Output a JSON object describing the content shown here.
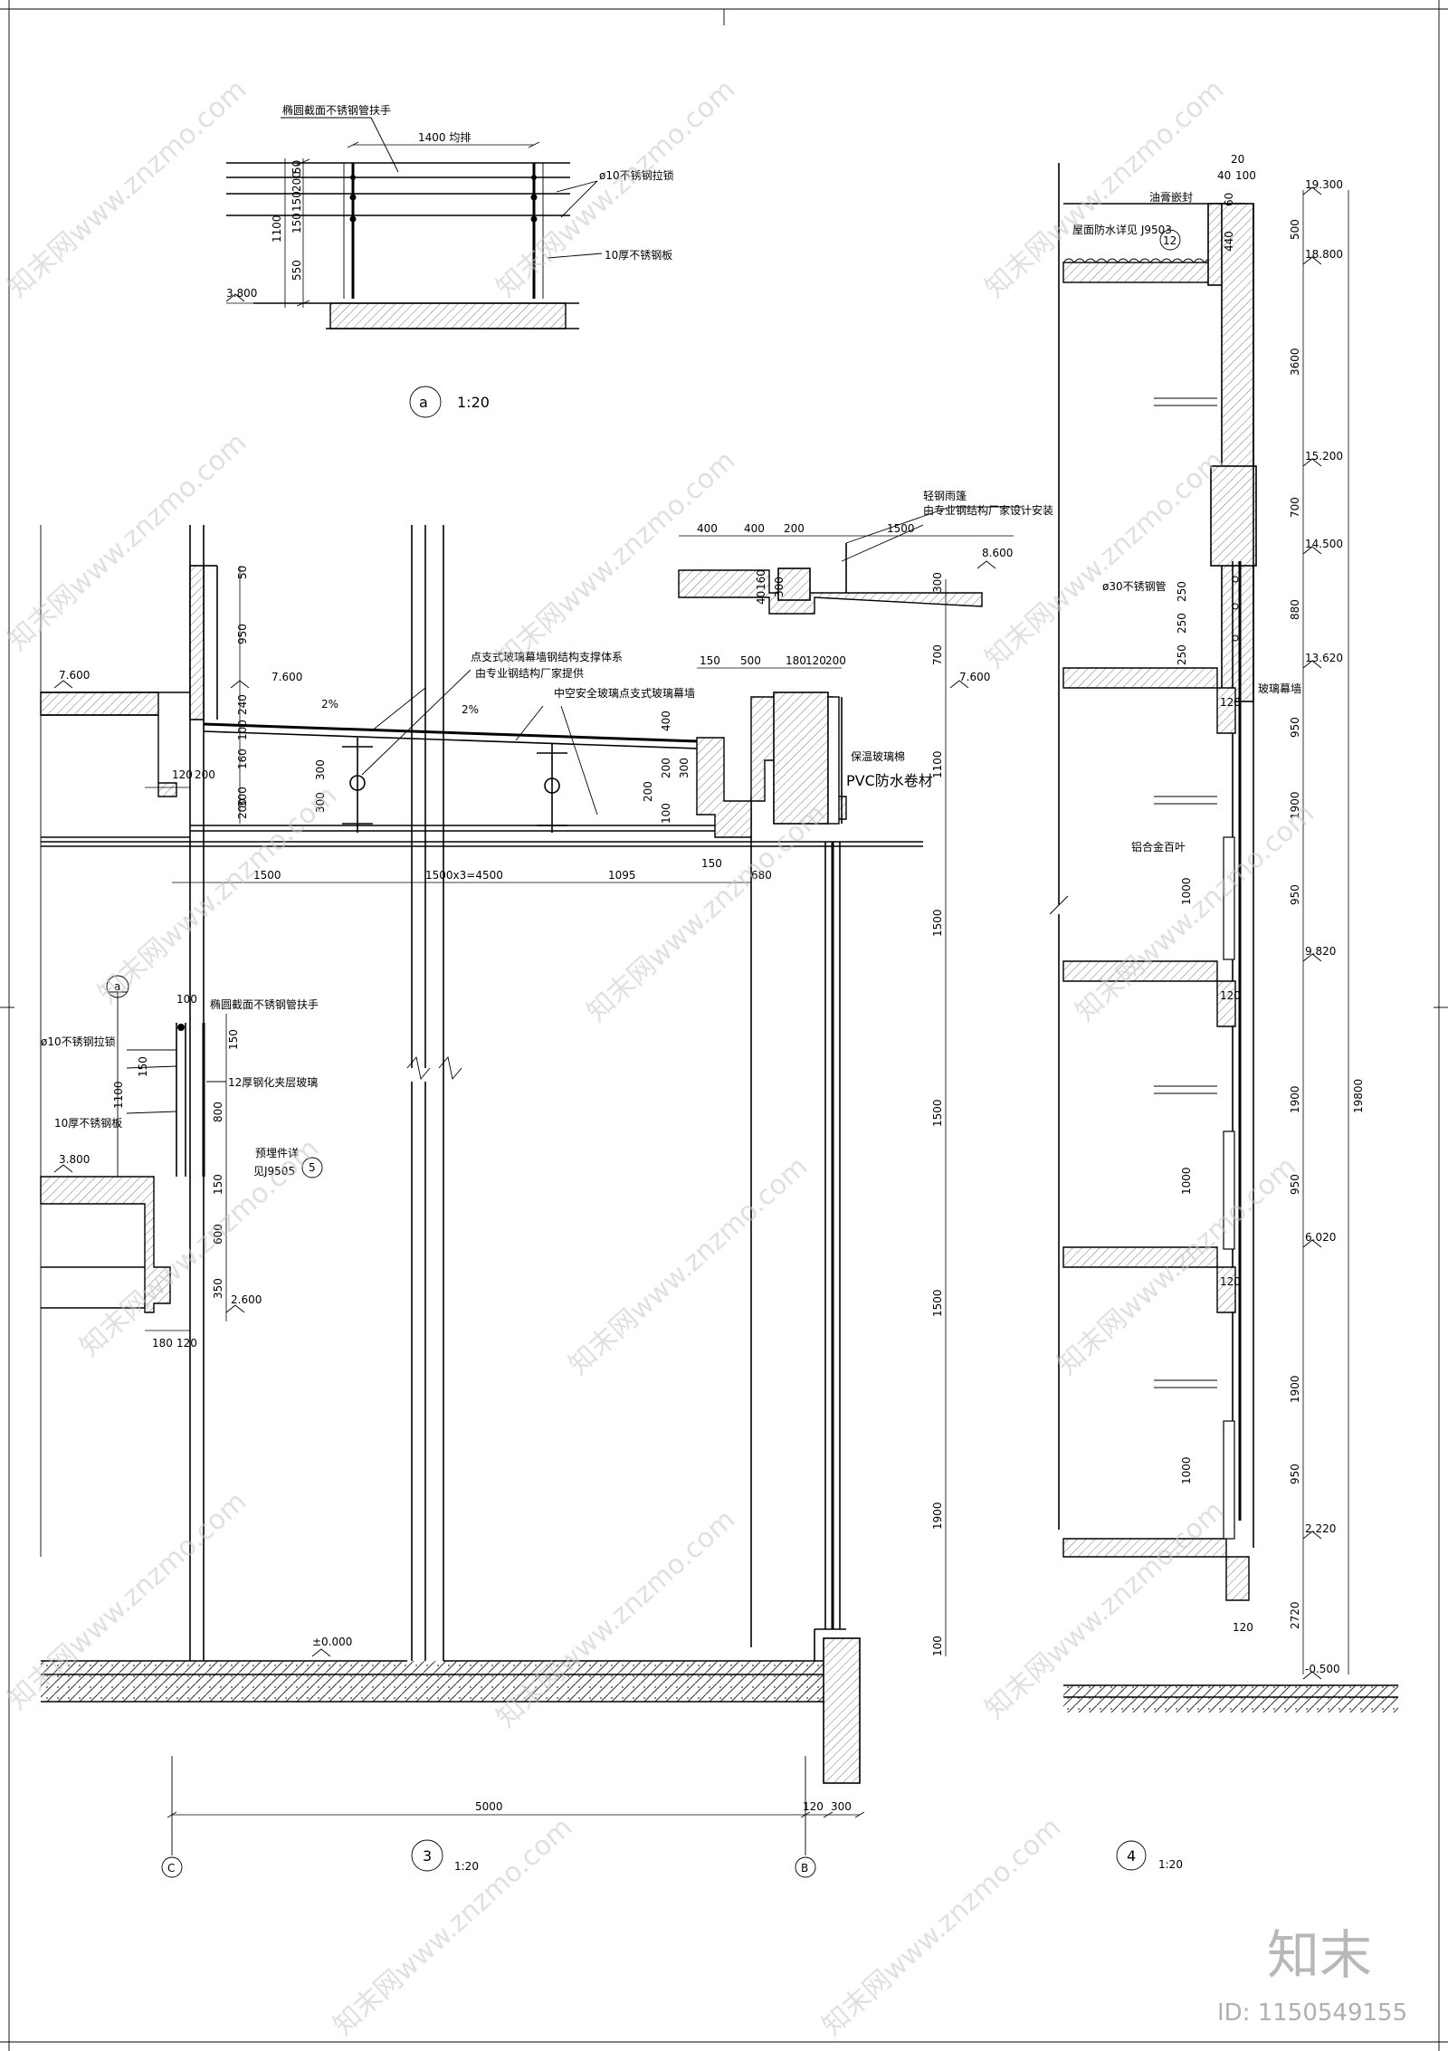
{
  "detail_a": {
    "handrail_label": "椭圆截面不锈钢管扶手",
    "length_label": "1400 均排",
    "rod_label": "ø10不锈钢拉锁",
    "plate_label": "10厚不锈钢板",
    "dims_vertical": [
      "1100",
      "550",
      "150",
      "150",
      "200",
      "50"
    ],
    "level": "3.800",
    "mark": "a",
    "scale": "1:20"
  },
  "detail_3": {
    "mark": "3",
    "scale": "1:20",
    "grid_left": "C",
    "grid_right": "B",
    "level_ground": "±0.000",
    "level_7600_a": "7.600",
    "level_7600_b": "7.600",
    "level_7600_c": "7.600",
    "level_8600": "8.600",
    "level_3800": "3.800",
    "level_2600": "2.600",
    "slope_a": "2%",
    "slope_b": "2%",
    "note_frame": "点支式玻璃幕墙钢结构支撑体系",
    "note_frame_2": "由专业钢结构厂家提供",
    "note_glass": "中空安全玻璃点支式玻璃幕墙",
    "note_canopy": "轻钢雨篷",
    "note_canopy_2": "由专业钢结构厂家设计安装",
    "note_insul": "保温玻璃棉",
    "note_pvc": "PVC防水卷材",
    "note_handrail": "椭圆截面不锈钢管扶手",
    "note_rod": "ø10不锈钢拉锁",
    "note_glass12": "12厚钢化夹层玻璃",
    "note_plate": "10厚不锈钢板",
    "note_embed": "预埋件详",
    "note_embed_ref": "见J9505",
    "callout_a": "a",
    "callout_b": "5",
    "dims_top": [
      "400",
      "400",
      "200",
      "1500"
    ],
    "dims_mid": [
      "150",
      "500",
      "180",
      "120",
      "200"
    ],
    "dims_h": [
      "1500",
      "1500x3=4500",
      "1095",
      "680",
      "150"
    ],
    "dims_bottom": [
      "5000",
      "120",
      "300"
    ],
    "dims_left": [
      "180",
      "120",
      "120",
      "200"
    ],
    "dims_stair": [
      "100",
      "150",
      "150",
      "800",
      "1100",
      "150",
      "600",
      "350"
    ],
    "dims_canopy_v": [
      "300",
      "160",
      "40"
    ],
    "dims_right": [
      "300",
      "700",
      "1100",
      "1500",
      "1500",
      "1500",
      "1900",
      "100"
    ],
    "dims_roof": [
      "50",
      "950",
      "240",
      "100",
      "160",
      "300",
      "200",
      "300",
      "300",
      "400",
      "200",
      "300",
      "200",
      "100"
    ]
  },
  "detail_4": {
    "mark": "4",
    "scale": "1:20",
    "top_dims": [
      "20",
      "40",
      "100",
      "60",
      "440"
    ],
    "note_seal": "油膏嵌封",
    "note_roof": "屋面防水详见 J9503",
    "callout_num": "12",
    "levels": [
      "19.300",
      "18.800",
      "15.200",
      "14.500",
      "13.620",
      "9.820",
      "6.020",
      "2.220",
      "-0.500"
    ],
    "dims_v": [
      "500",
      "3600",
      "700",
      "880",
      "950",
      "1900",
      "950",
      "1900",
      "950",
      "1900",
      "950",
      "2720",
      "19800"
    ],
    "dims_small": [
      "250",
      "250",
      "250"
    ],
    "dims_louver": [
      "1000",
      "1000",
      "1000"
    ],
    "dims_120": [
      "120",
      "120",
      "120",
      "120"
    ],
    "note_tube": "ø30不锈钢管",
    "note_curtain": "玻璃幕墙",
    "note_louver": "铝合金百叶"
  },
  "watermark": {
    "text": "知末网www.znzmo.com",
    "brand": "知末",
    "id_text": "ID: 1150549155"
  }
}
